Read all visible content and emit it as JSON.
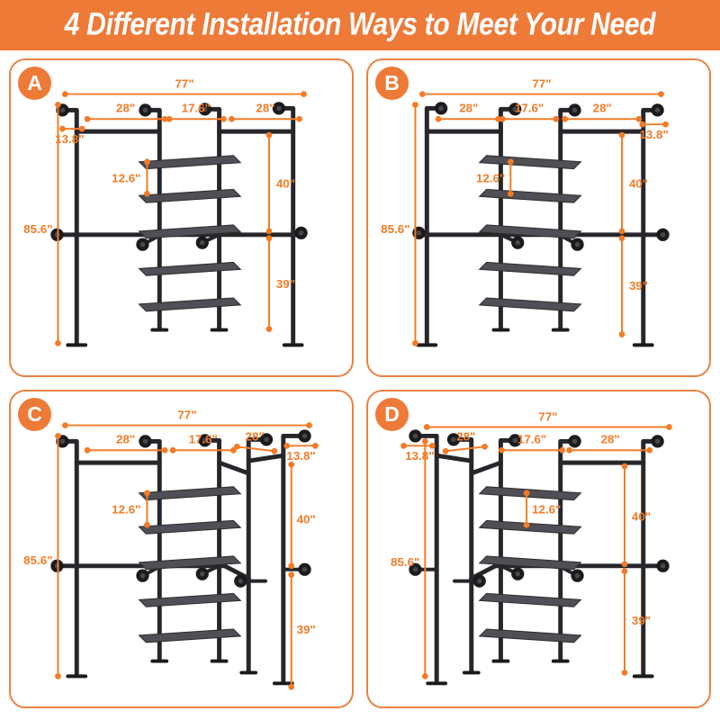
{
  "header": {
    "title": "4 Different Installation Ways to Meet Your Need"
  },
  "colors": {
    "accent": "#EE7A38",
    "panel-border": "#E9823F",
    "dim": "#F37B26",
    "pipe": "#27272B",
    "pipe-dark": "#1B1B1D",
    "flange-inner": "#47474C",
    "shelf": "#4F4F55",
    "shelf-edge": "#2C2C2E",
    "background": "#FFFFFF",
    "title-text": "#FFFFFF"
  },
  "panels": [
    {
      "label": "A"
    },
    {
      "label": "B"
    },
    {
      "label": "C"
    },
    {
      "label": "D"
    }
  ],
  "dimensions": {
    "total_width": "77\"",
    "left_section": "28\"",
    "middle_section": "17.6\"",
    "right_section": "28\"",
    "rod_drop": "13.8\"",
    "shelf_spacing": "12.6\"",
    "upper_height": "40\"",
    "total_height": "85.6\"",
    "lower_height": "39\""
  }
}
